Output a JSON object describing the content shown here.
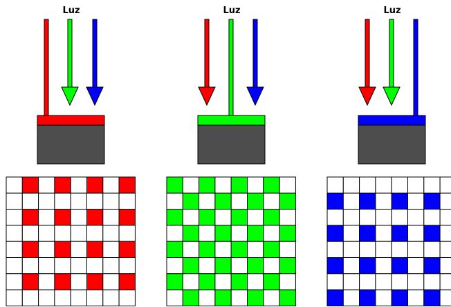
{
  "light_label": "Luz",
  "panels": [
    {
      "filter": "red",
      "filter_color": "#ff0000",
      "transmitted_color": "#ff0000",
      "pattern_rows": [
        [
          0,
          1,
          0,
          1,
          0,
          1,
          0,
          1
        ],
        [
          0,
          0,
          0,
          0,
          0,
          0,
          0,
          0
        ],
        [
          0,
          1,
          0,
          1,
          0,
          1,
          0,
          1
        ],
        [
          0,
          0,
          0,
          0,
          0,
          0,
          0,
          0
        ],
        [
          0,
          1,
          0,
          1,
          0,
          1,
          0,
          1
        ],
        [
          0,
          0,
          0,
          0,
          0,
          0,
          0,
          0
        ],
        [
          0,
          1,
          0,
          1,
          0,
          1,
          0,
          1
        ],
        [
          0,
          0,
          0,
          0,
          0,
          0,
          0,
          0
        ]
      ]
    },
    {
      "filter": "green",
      "filter_color": "#00ff00",
      "transmitted_color": "#00ff00",
      "pattern_rows": [
        [
          1,
          0,
          1,
          0,
          1,
          0,
          1,
          0
        ],
        [
          0,
          1,
          0,
          1,
          0,
          1,
          0,
          1
        ],
        [
          1,
          0,
          1,
          0,
          1,
          0,
          1,
          0
        ],
        [
          0,
          1,
          0,
          1,
          0,
          1,
          0,
          1
        ],
        [
          1,
          0,
          1,
          0,
          1,
          0,
          1,
          0
        ],
        [
          0,
          1,
          0,
          1,
          0,
          1,
          0,
          1
        ],
        [
          1,
          0,
          1,
          0,
          1,
          0,
          1,
          0
        ],
        [
          0,
          1,
          0,
          1,
          0,
          1,
          0,
          1
        ]
      ]
    },
    {
      "filter": "blue",
      "filter_color": "#0000ff",
      "transmitted_color": "#0000ff",
      "pattern_rows": [
        [
          0,
          0,
          0,
          0,
          0,
          0,
          0,
          0
        ],
        [
          1,
          0,
          1,
          0,
          1,
          0,
          1,
          0
        ],
        [
          0,
          0,
          0,
          0,
          0,
          0,
          0,
          0
        ],
        [
          1,
          0,
          1,
          0,
          1,
          0,
          1,
          0
        ],
        [
          0,
          0,
          0,
          0,
          0,
          0,
          0,
          0
        ],
        [
          1,
          0,
          1,
          0,
          1,
          0,
          1,
          0
        ],
        [
          0,
          0,
          0,
          0,
          0,
          0,
          0,
          0
        ],
        [
          1,
          0,
          1,
          0,
          1,
          0,
          1,
          0
        ]
      ]
    }
  ],
  "colors": {
    "red_light": "#ff0000",
    "green_light": "#00ff00",
    "blue_light": "#0000ff",
    "sensor_body": "#4d4d4d",
    "grid_line": "#000000",
    "empty_cell": "#ffffff"
  }
}
